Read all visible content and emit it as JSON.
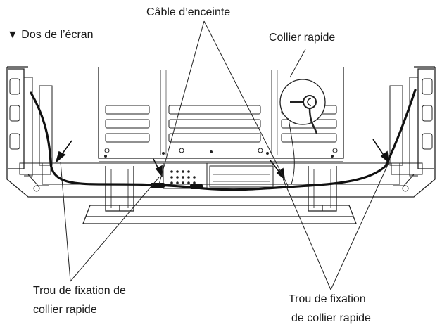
{
  "section_title": "Dos de l’écran",
  "section_marker": "▼",
  "labels": {
    "speaker_cable": "Câble d’enceinte",
    "quick_clamp": "Collier rapide",
    "left_hole_line1": "Trou de fixation de",
    "left_hole_line2": "collier rapide",
    "right_hole_line1": "Trou de fixation",
    "right_hole_line2": "de collier rapide"
  }
}
